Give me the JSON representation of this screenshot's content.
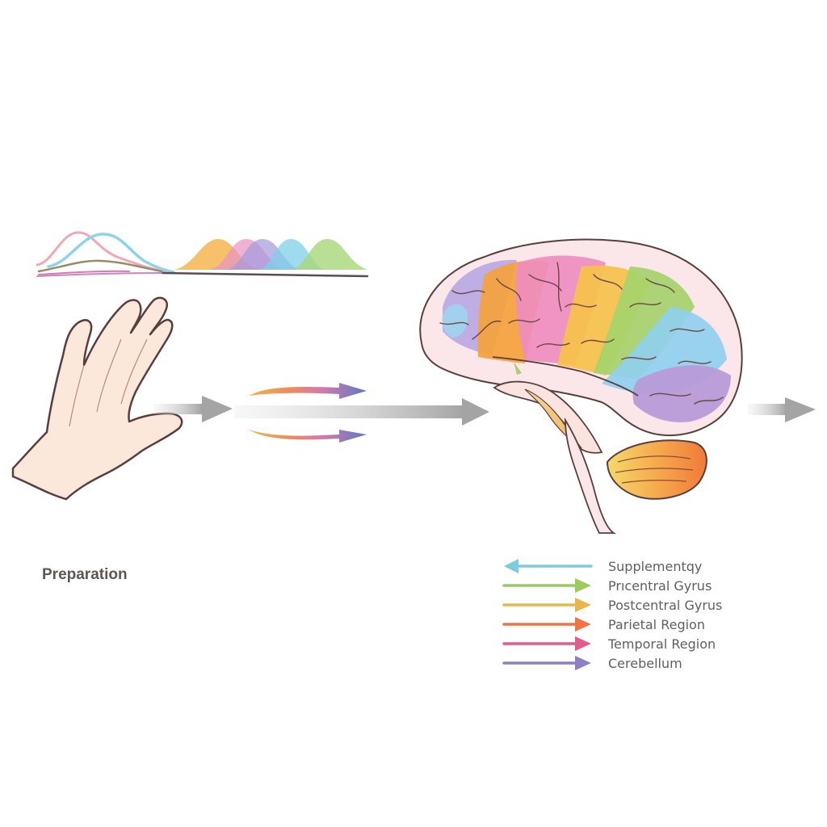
{
  "caption": "Preparation",
  "legend": [
    {
      "label": "Supplementqy",
      "color": "#7ccbe0",
      "direction": "left"
    },
    {
      "label": "Prıcentral Gyrus",
      "color": "#9ccc5e",
      "direction": "right"
    },
    {
      "label": "Postcentral Gyrus",
      "color": "#eab64a",
      "direction": "right"
    },
    {
      "label": "Parietal Region",
      "color": "#ef7446",
      "direction": "right"
    },
    {
      "label": "Temporal Region",
      "color": "#e45a8c",
      "direction": "right"
    },
    {
      "label": "Cerebellum",
      "color": "#8f7fc6",
      "direction": "right"
    }
  ],
  "icons": {
    "hand": "hand-icon",
    "brain": "brain-icon",
    "waves": "signal-waves-icon"
  },
  "colors": {
    "flow_arrow": "#a4a4a4",
    "outline": "#5a3e3e"
  }
}
